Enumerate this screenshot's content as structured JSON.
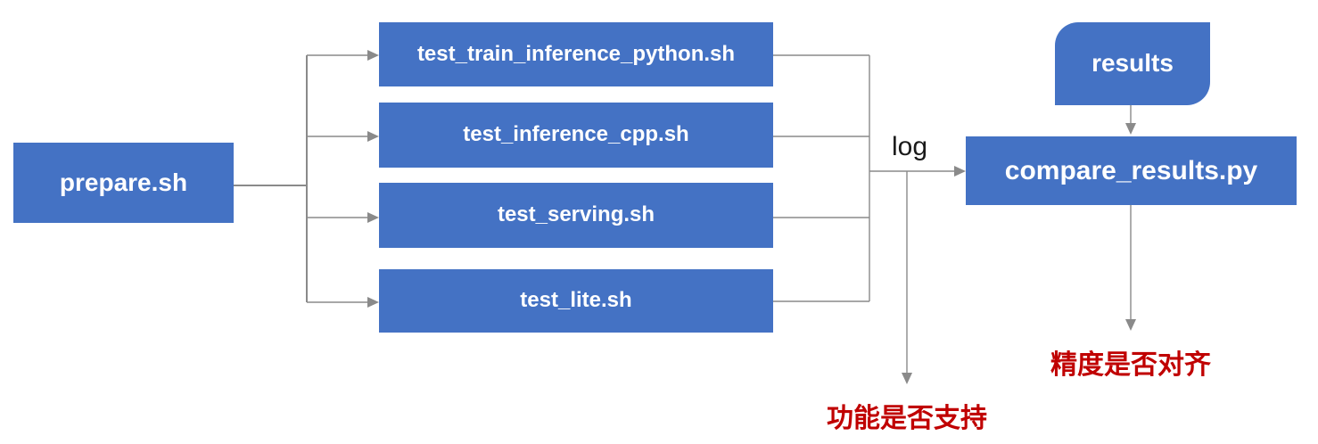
{
  "diagram": {
    "nodes": {
      "prepare": {
        "label": "prepare.sh"
      },
      "test_train": {
        "label": "test_train_inference_python.sh"
      },
      "test_cpp": {
        "label": "test_inference_cpp.sh"
      },
      "test_serving": {
        "label": "test_serving.sh"
      },
      "test_lite": {
        "label": "test_lite.sh"
      },
      "compare": {
        "label": "compare_results.py"
      },
      "results": {
        "label": "results"
      }
    },
    "edge_labels": {
      "log": "log"
    },
    "annotations": {
      "feature_check": "功能是否支持",
      "accuracy_check": "精度是否对齐"
    },
    "colors": {
      "background": "#ffffff",
      "node_fill": "#4472C4",
      "node_text": "#ffffff",
      "connector": "#8a8a8a",
      "log_text": "#1a1a1a",
      "annotation_red": "#C00000"
    }
  }
}
